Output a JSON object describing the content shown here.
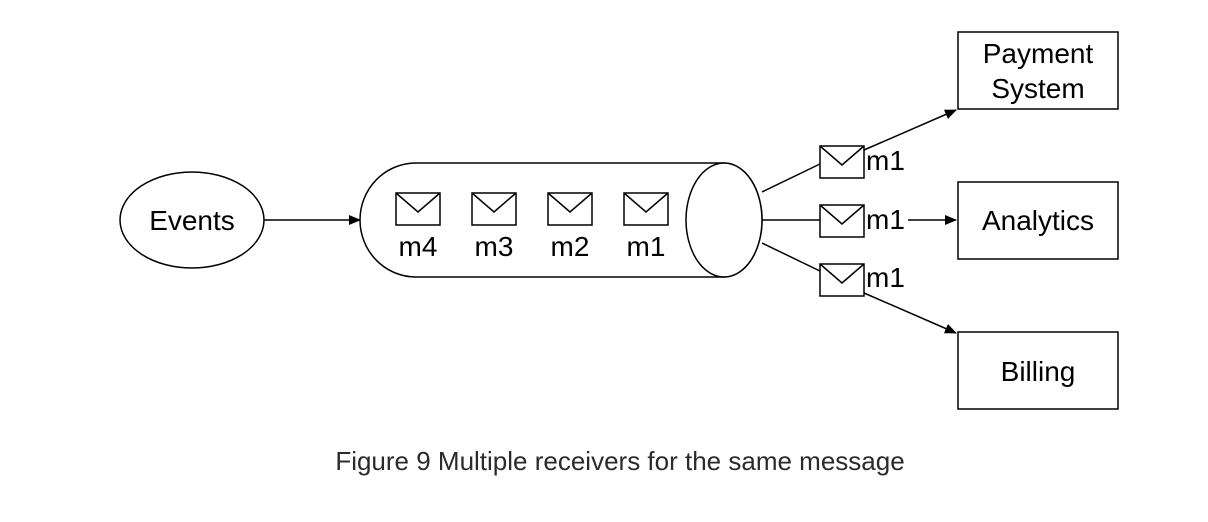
{
  "source": {
    "label": "Events"
  },
  "queue": {
    "messages": [
      {
        "label": "m4",
        "icon": "envelope-icon"
      },
      {
        "label": "m3",
        "icon": "envelope-icon"
      },
      {
        "label": "m2",
        "icon": "envelope-icon"
      },
      {
        "label": "m1",
        "icon": "envelope-icon"
      }
    ]
  },
  "deliveries": [
    {
      "label": "m1",
      "icon": "envelope-icon",
      "target": "Payment System"
    },
    {
      "label": "m1",
      "icon": "envelope-icon",
      "target": "Analytics"
    },
    {
      "label": "m1",
      "icon": "envelope-icon",
      "target": "Billing"
    }
  ],
  "receivers": [
    {
      "line1": "Payment",
      "line2": "System"
    },
    {
      "line1": "Analytics",
      "line2": ""
    },
    {
      "line1": "Billing",
      "line2": ""
    }
  ],
  "caption": "Figure 9 Multiple receivers for the same message",
  "colors": {
    "stroke": "#000000",
    "caption": "#2b2b2b",
    "background": "#ffffff"
  }
}
